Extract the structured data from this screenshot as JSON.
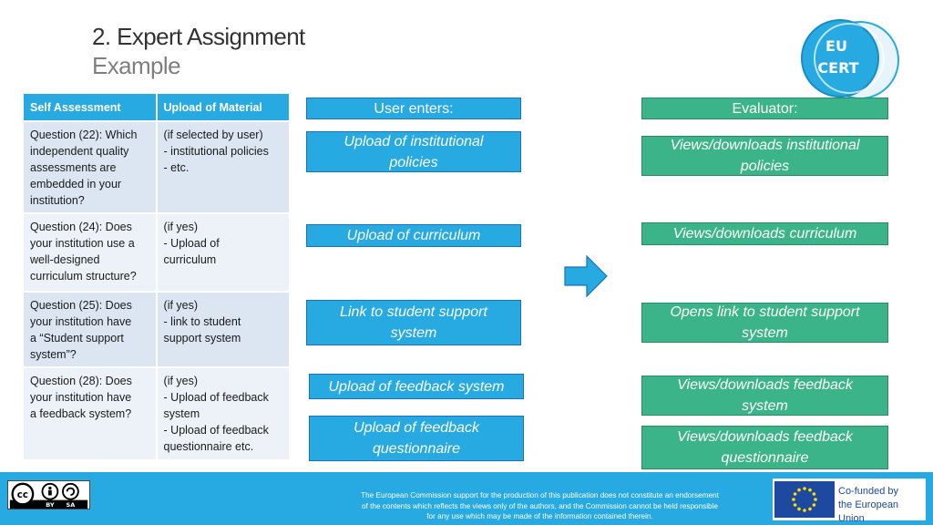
{
  "header": {
    "title_line1": "2. Expert Assignment",
    "title_line2": "Example"
  },
  "logo": {
    "text": "EU CERT",
    "icon": "eucert-logo"
  },
  "table": {
    "headers": [
      "Self Assessment",
      "Upload of Material"
    ],
    "rows": [
      {
        "question": [
          "Question (22): Which",
          "independent quality",
          "assessments are",
          "embedded in your",
          "institution?"
        ],
        "upload": [
          "(if selected by user)",
          "- institutional policies",
          "- etc."
        ]
      },
      {
        "question": [
          "Question (24): Does",
          "your institution use a",
          "well-designed",
          "curriculum structure?"
        ],
        "upload": [
          "(if yes)",
          "- Upload of",
          "curriculum"
        ]
      },
      {
        "question": [
          "Question (25): Does",
          "your institution have",
          "a “Student support",
          "system”?"
        ],
        "upload": [
          "(if yes)",
          "- link to student",
          "support system"
        ]
      },
      {
        "question": [
          "Question (28): Does",
          "your institution have",
          "a feedback system?"
        ],
        "upload": [
          "(if yes)",
          "- Upload of feedback",
          "system",
          "- Upload of feedback",
          "questionnaire etc."
        ]
      }
    ]
  },
  "user_column": {
    "header": "User enters:",
    "items": [
      [
        "Upload of institutional",
        "policies"
      ],
      [
        "Upload of curriculum"
      ],
      [
        "Link to student support",
        "system"
      ],
      [
        "Upload of feedback system"
      ],
      [
        "Upload of feedback",
        "questionnaire"
      ]
    ]
  },
  "evaluator_column": {
    "header": "Evaluator:",
    "items": [
      [
        "Views/downloads institutional",
        "policies"
      ],
      [
        "Views/downloads curriculum"
      ],
      [
        "Opens link to student support",
        "system"
      ],
      [
        "Views/downloads feedback",
        "system"
      ],
      [
        "Views/downloads feedback",
        "questionnaire"
      ]
    ]
  },
  "arrow_icon": "right-arrow-icon",
  "footer": {
    "license": {
      "labels": [
        "cc",
        "BY",
        "SA"
      ],
      "icon": "cc-by-sa-icon"
    },
    "disclaimer": [
      "The European Commission support for the production of this publication does not constitute an endorsement",
      "of the contents which reflects the views only of the authors, and the Commission cannot be held responsible",
      "for any use which may be made of the information contained therein."
    ],
    "eu": {
      "lines": [
        "Co-funded by",
        "the European Union"
      ],
      "icon": "eu-flag-icon"
    }
  },
  "colors": {
    "header_blue": "#27a9e1",
    "user_box": "#27a9e1",
    "evaluator_box": "#3cb48a",
    "arrow": "#27a9e1",
    "row_dark": "#dbe6f2",
    "row_light": "#edf2f8",
    "eu_blue": "#1d4aa0"
  }
}
